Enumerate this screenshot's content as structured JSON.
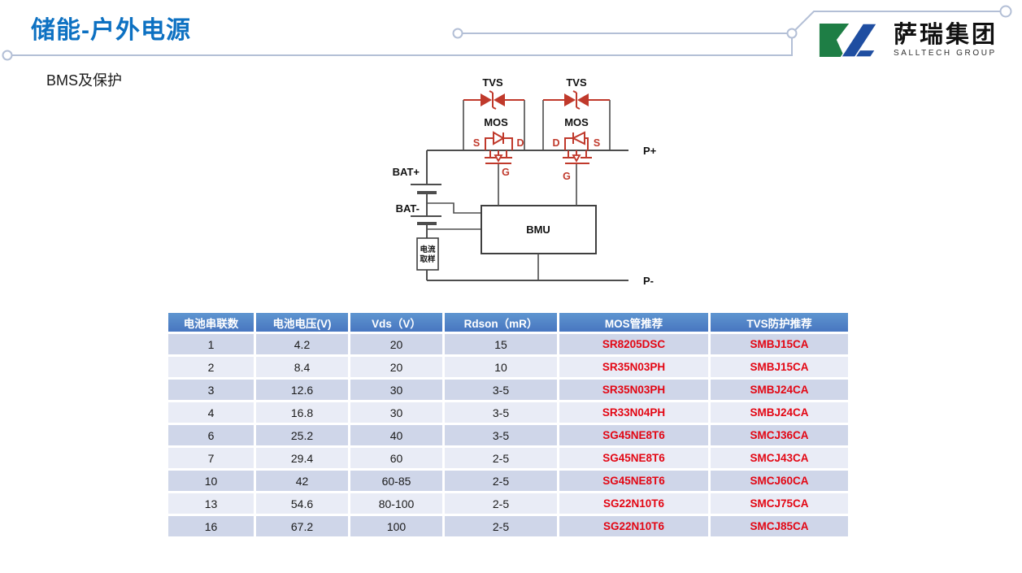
{
  "slide": {
    "title": "储能-户外电源",
    "subtitle": "BMS及保护"
  },
  "logo": {
    "cn": "萨瑞集团",
    "en": "SALLTECH GROUP"
  },
  "circuit": {
    "tvs_left": "TVS",
    "tvs_right": "TVS",
    "mos_left": "MOS",
    "mos_right": "MOS",
    "s_left": "S",
    "d_left": "D",
    "g_left": "G",
    "d_right": "D",
    "s_right": "S",
    "g_right": "G",
    "bat_plus": "BAT+",
    "bat_minus": "BAT-",
    "bmu": "BMU",
    "p_plus": "P+",
    "p_minus": "P-",
    "current_sense_line1": "电流",
    "current_sense_line2": "取样"
  },
  "table": {
    "headers": [
      "电池串联数",
      "电池电压(V)",
      "Vds（V）",
      "Rdson（mR）",
      "MOS管推荐",
      "TVS防护推荐"
    ],
    "rows": [
      [
        "1",
        "4.2",
        "20",
        "15",
        "SR8205DSC",
        "SMBJ15CA"
      ],
      [
        "2",
        "8.4",
        "20",
        "10",
        "SR35N03PH",
        "SMBJ15CA"
      ],
      [
        "3",
        "12.6",
        "30",
        "3-5",
        "SR35N03PH",
        "SMBJ24CA"
      ],
      [
        "4",
        "16.8",
        "30",
        "3-5",
        "SR33N04PH",
        "SMBJ24CA"
      ],
      [
        "6",
        "25.2",
        "40",
        "3-5",
        "SG45NE8T6",
        "SMCJ36CA"
      ],
      [
        "7",
        "29.4",
        "60",
        "2-5",
        "SG45NE8T6",
        "SMCJ43CA"
      ],
      [
        "10",
        "42",
        "60-85",
        "2-5",
        "SG45NE8T6",
        "SMCJ60CA"
      ],
      [
        "13",
        "54.6",
        "80-100",
        "2-5",
        "SG22N10T6",
        "SMCJ75CA"
      ],
      [
        "16",
        "67.2",
        "100",
        "2-5",
        "SG22N10T6",
        "SMCJ85CA"
      ]
    ],
    "red_columns": [
      4,
      5
    ]
  },
  "colors": {
    "title_blue": "#0d71c2",
    "table_header_bg": "#4876c0",
    "row_odd": "#cfd6e9",
    "row_even": "#e9ecf6",
    "table_red": "#e30613",
    "circuit_red": "#c0392b",
    "wire_gray": "#4d4d4d",
    "decor_line": "#b3bfd6",
    "logo_green": "#1e7e45",
    "logo_blue": "#1f4ea1"
  }
}
